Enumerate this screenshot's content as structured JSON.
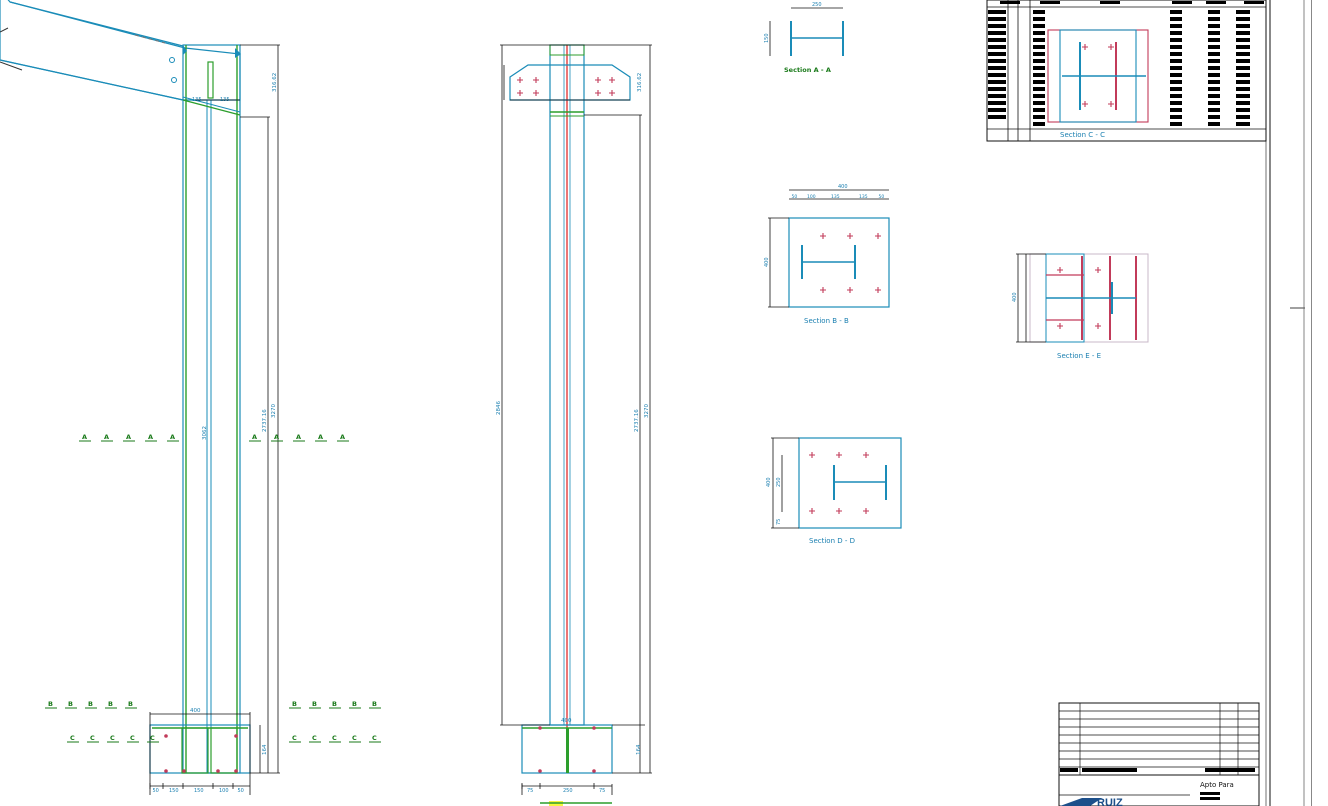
{
  "sections": {
    "a": "Section A - A",
    "b": "Section B - B",
    "c": "Section C - C",
    "d": "Section D - D",
    "e": "Section E - E"
  },
  "dims": {
    "col1_height": "3270",
    "col1_inner": "2737.16",
    "col1_top": "316.62",
    "col1_mid": "3062",
    "col1_base_w": "400",
    "col1_base_h": "164",
    "col1_bottom_segs": [
      "50",
      "150",
      "150",
      "100",
      "50"
    ],
    "col2_height": "3270",
    "col2_inner": "2737.16",
    "col2_top": "316.62",
    "col2_left": "2846",
    "col2_base_w": "400",
    "col2_base_h": "164",
    "col2_bottom_segs": [
      "75",
      "250",
      "75"
    ],
    "secA_w": "250",
    "secA_h": "150",
    "secB_top": "400",
    "secB_segs": [
      "50",
      "100",
      "135",
      "135",
      "50"
    ],
    "secB_h": "400",
    "secD_h": "400",
    "secD_mid": "250",
    "secD_bot": "75",
    "secE_h": "400"
  },
  "markers": {
    "a_left": [
      "A",
      "A",
      "A",
      "A",
      "A"
    ],
    "a_right": [
      "A",
      "A",
      "A",
      "A",
      "A"
    ],
    "b_left": [
      "B",
      "B",
      "B",
      "B",
      "B"
    ],
    "b_right": [
      "B",
      "B",
      "B",
      "B",
      "B"
    ],
    "c_left": [
      "C",
      "C",
      "C",
      "C",
      "C"
    ],
    "c_right": [
      "C",
      "C",
      "C",
      "C",
      "C"
    ]
  },
  "title_block": {
    "project": "Apto Para",
    "logo": "RUIZ"
  },
  "colors": {
    "steel": "#1a8cb8",
    "green": "#2c9e2c",
    "red_axis": "#e01b1b",
    "bolt": "#c23b5a",
    "dim": "#111111"
  }
}
